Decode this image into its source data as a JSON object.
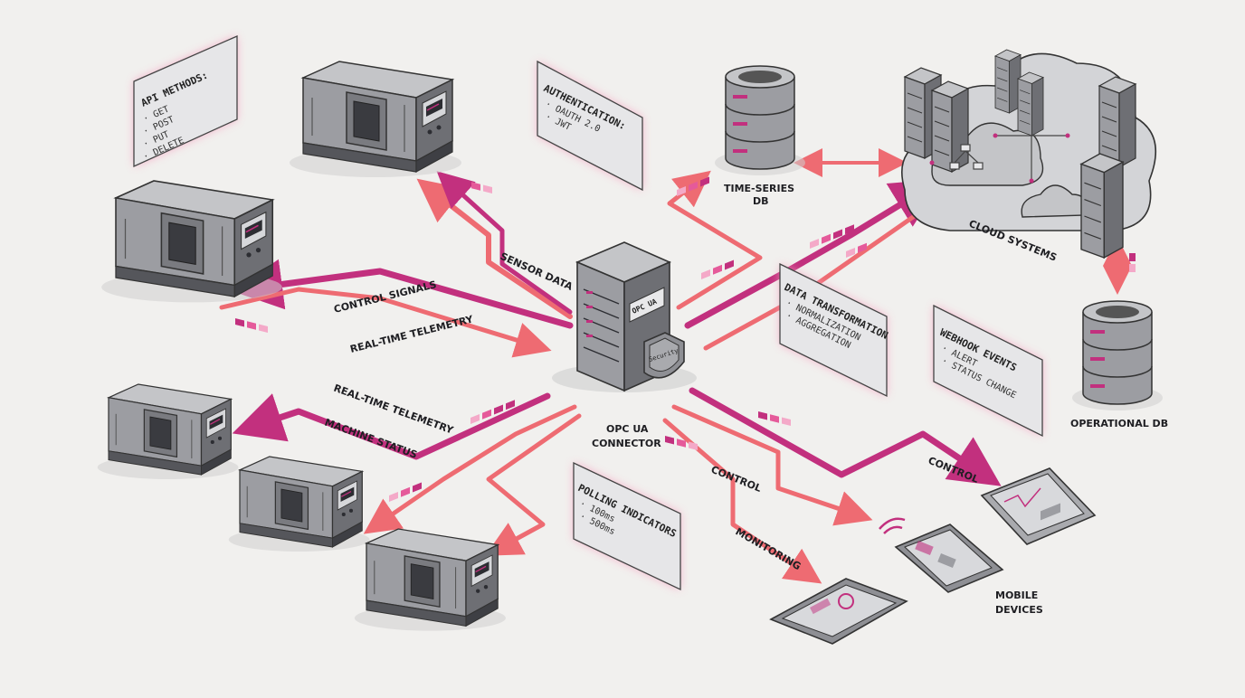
{
  "hub": {
    "label_line1": "OPC UA",
    "label_line2": "CONNECTOR",
    "badge": "OPC UA",
    "shield": "Security"
  },
  "panels": {
    "api": {
      "title": "API METHODS:",
      "items": [
        "· GET",
        "· POST",
        "· PUT",
        "· DELETE"
      ]
    },
    "auth": {
      "title": "AUTHENTICATION:",
      "items": [
        "· OAUTH 2.0",
        "· JWT"
      ]
    },
    "transform": {
      "title": "DATA TRANSFORMATION",
      "items": [
        "· NORMALIZATION",
        "· AGGREGATION"
      ]
    },
    "webhook": {
      "title": "WEBHOOK EVENTS",
      "items": [
        "· ALERT",
        "· STATUS CHANGE"
      ]
    },
    "polling": {
      "title": "POLLING INDICATORS",
      "items": [
        "· 100ms",
        "· 500ms"
      ]
    }
  },
  "labels": {
    "tsdb_1": "TIME-SERIES",
    "tsdb_2": "DB",
    "cloud": "CLOUD SYSTEMS",
    "opdb": "OPERATIONAL DB",
    "mobile_1": "MOBILE",
    "mobile_2": "DEVICES",
    "sensor": "SENSOR DATA",
    "control_signals": "CONTROL SIGNALS",
    "rt1": "REAL-TIME TELEMETRY",
    "rt2": "REAL-TIME TELEMETRY",
    "machine_status": "MACHINE STATUS",
    "control_1": "CONTROL",
    "control_2": "CONTROL",
    "monitoring": "MONITORING"
  },
  "colors": {
    "magenta": "#c2307e",
    "coral": "#ee6b72",
    "panel_glow": "#f7a0c0",
    "device": "#9a9ba0",
    "device_dark": "#4a4b50"
  }
}
